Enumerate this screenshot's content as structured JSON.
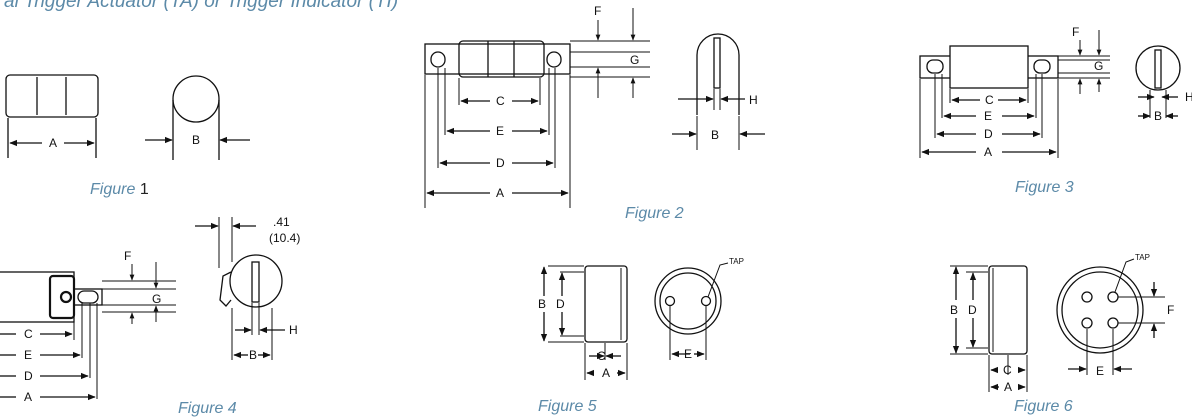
{
  "header": "al Trigger Actuator (TA) or Trigger Indicator (TI)",
  "figures": [
    {
      "caption": "Figure",
      "num": "1"
    },
    {
      "caption": "Figure 2"
    },
    {
      "caption": "Figure 3"
    },
    {
      "caption": "Figure 4"
    },
    {
      "caption": "Figure 5"
    },
    {
      "caption": "Figure 6"
    }
  ],
  "labels": {
    "A": "A",
    "B": "B",
    "C": "C",
    "D": "D",
    "E": "E",
    "F": "F",
    "G": "G",
    "H": "H",
    "fig4_dim_in": ".41",
    "fig4_dim_mm": "(10.4)",
    "tap": "TAP"
  }
}
